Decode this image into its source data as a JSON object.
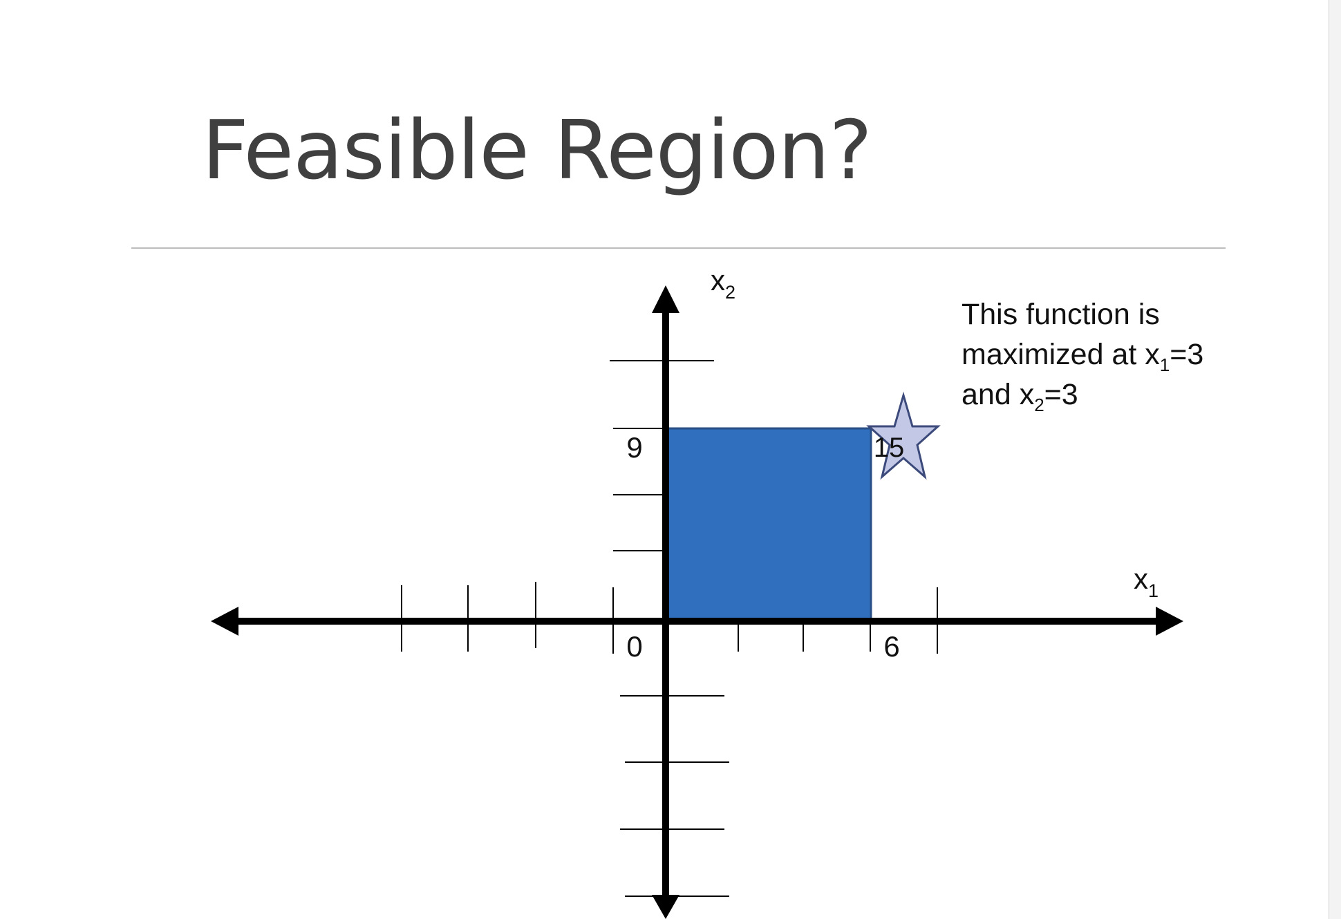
{
  "slide": {
    "title": "Feasible Region?"
  },
  "axes": {
    "x_label_base": "x",
    "x_label_sub": "1",
    "y_label_base": "x",
    "y_label_sub": "2",
    "origin_label": "0",
    "x_tick_label": "6",
    "y_tick_label": "9"
  },
  "region": {
    "fill_color": "#2f6fbd",
    "corner_label": "15"
  },
  "star": {
    "icon": "star-icon",
    "fill_color": "#c3c8e6",
    "stroke_color": "#3b4a7a"
  },
  "note": {
    "line1": "This function is",
    "line2_prefix": "maximized at x",
    "line2_sub": "1",
    "line2_suffix": "=3",
    "line3_prefix": "and x",
    "line3_sub": "2",
    "line3_suffix": "=3"
  }
}
